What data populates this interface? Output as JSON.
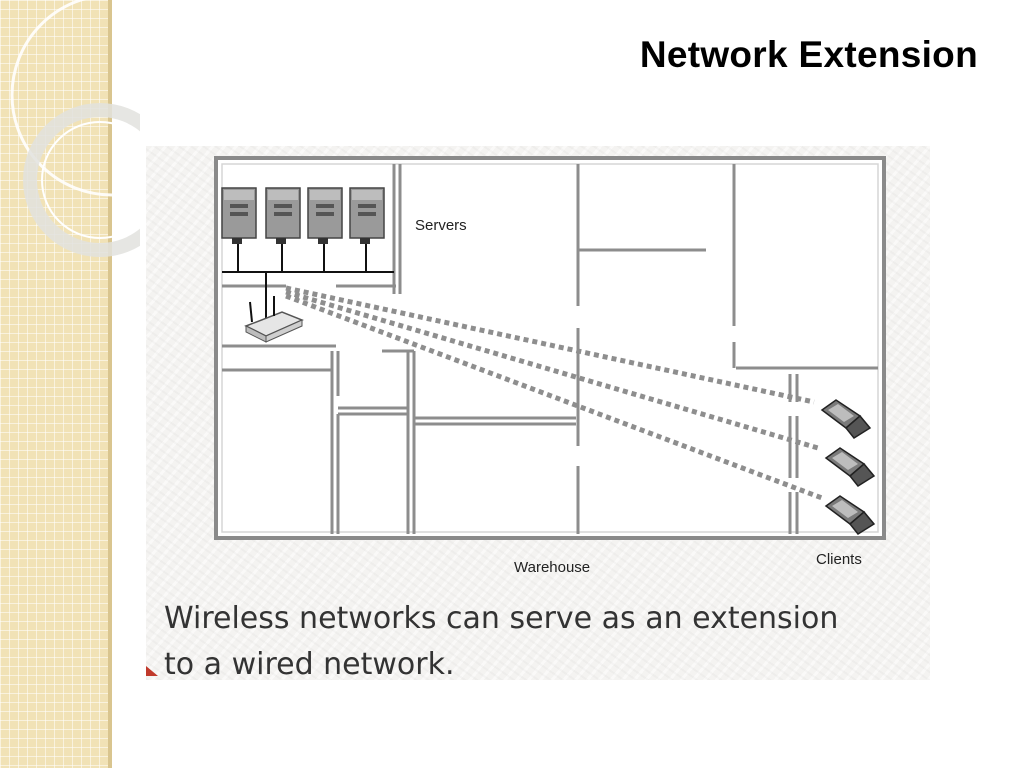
{
  "slide": {
    "title": "Network Extension"
  },
  "diagram": {
    "labels": {
      "servers": "Servers",
      "warehouse": "Warehouse",
      "clients": "Clients"
    },
    "server_count": 4,
    "client_count": 3
  },
  "caption": {
    "line1": "Wireless networks can serve as an extension",
    "line2": "to a wired network."
  }
}
